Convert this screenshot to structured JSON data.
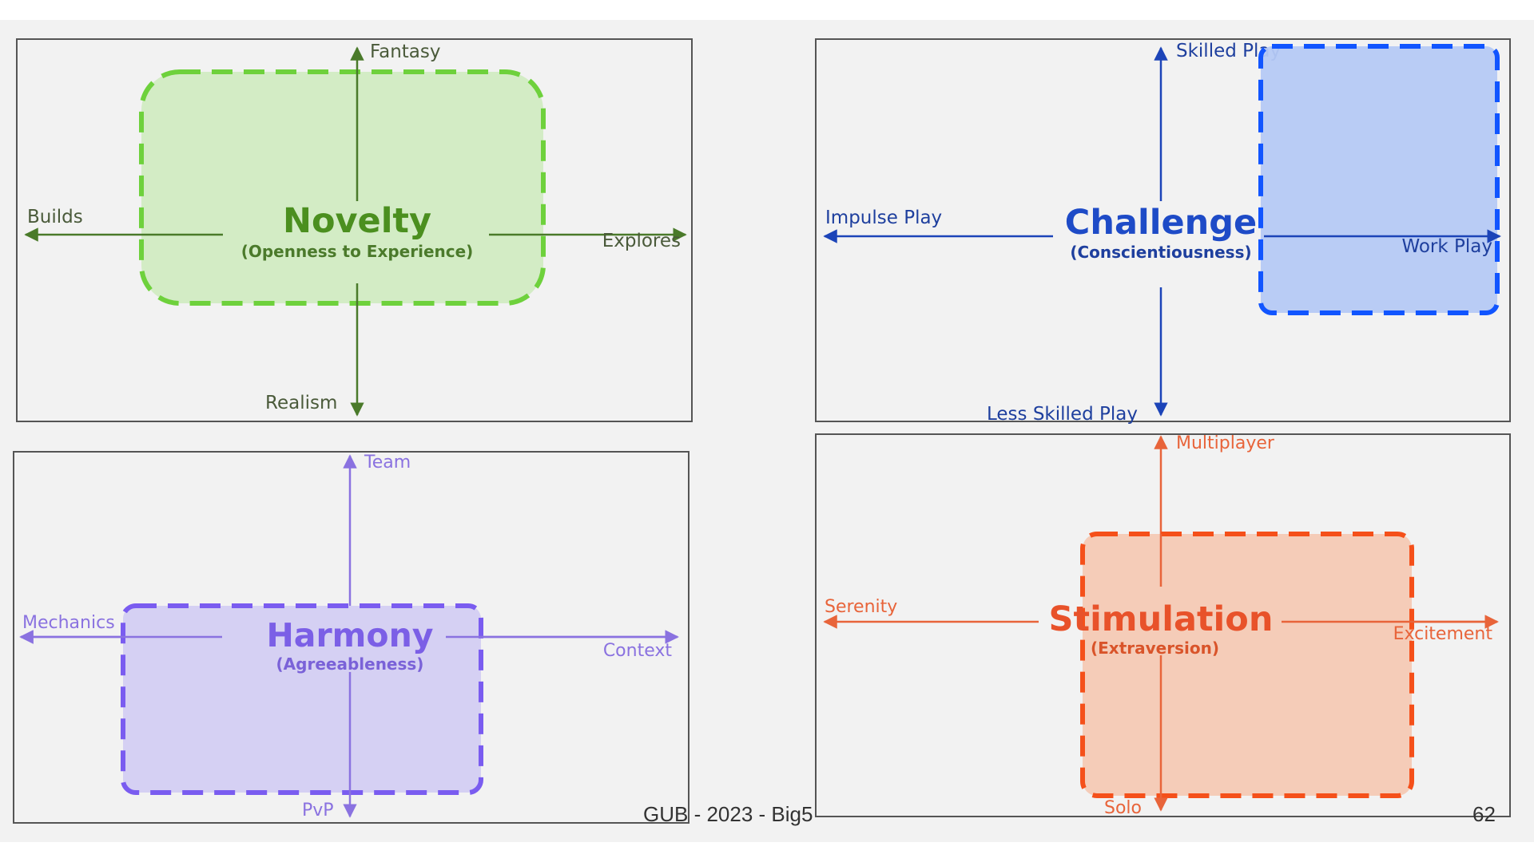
{
  "footer": {
    "left": "GUB - 2023 - Big5",
    "page_number": "62"
  },
  "colors": {
    "novelty_axis": "#4a7a2a",
    "novelty_box_fill": "#d3ecc5",
    "novelty_box_border": "#6ed13c",
    "novelty_title": "#4b8f1f",
    "challenge_axis": "#1c44b8",
    "challenge_box_fill": "#b5c9f4",
    "challenge_box_border": "#1155ff",
    "challenge_title": "#1e4bc7",
    "harmony_axis": "#8a72e0",
    "harmony_box_fill": "#d5d0f3",
    "harmony_box_border": "#7a5cf0",
    "harmony_title": "#7b5fe6",
    "stimulation_axis": "#e8643a",
    "stimulation_box_fill": "#f4c9b4",
    "stimulation_box_border": "#f5501a",
    "stimulation_title": "#e8522a"
  },
  "panels": {
    "novelty": {
      "title": "Novelty",
      "subtitle": "(Openness to Experience)",
      "top": "Fantasy",
      "bottom": "Realism",
      "left": "Builds",
      "right": "Explores"
    },
    "challenge": {
      "title": "Challenge",
      "subtitle": "(Conscientiousness)",
      "top": "Skilled Play",
      "bottom": "Less Skilled Play",
      "left": "Impulse Play",
      "right": "Work Play"
    },
    "harmony": {
      "title": "Harmony",
      "subtitle": "(Agreeableness)",
      "top": "Team",
      "bottom": "PvP",
      "left": "Mechanics",
      "right": "Context"
    },
    "stimulation": {
      "title": "Stimulation",
      "subtitle": "(Extraversion)",
      "top": "Multiplayer",
      "bottom": "Solo",
      "left": "Serenity",
      "right": "Excitement"
    }
  }
}
